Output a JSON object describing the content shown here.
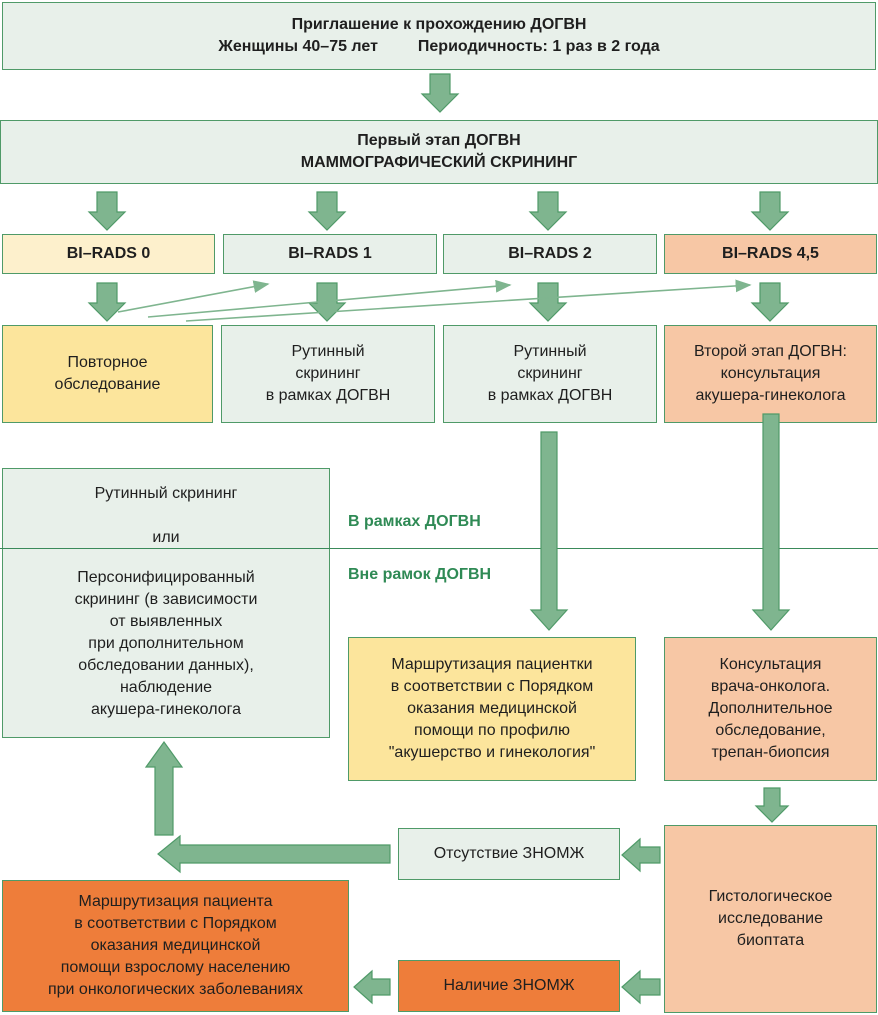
{
  "header": {
    "title": "Приглашение к прохождению ДОГВН",
    "women": "Женщины 40–75 лет",
    "period": "Периодичность: 1 раз в 2 года"
  },
  "stage1": {
    "line1": "Первый этап ДОГВН",
    "line2": "МАММОГРАФИЧЕСКИЙ СКРИНИНГ"
  },
  "categories": [
    "BI–RADS 0",
    "BI–RADS 1",
    "BI–RADS 2",
    "BI–RADS 4,5"
  ],
  "outcomes": {
    "repeat": [
      "Повторное",
      "обследование"
    ],
    "routine1": [
      "Рутинный",
      "скрининг",
      "в рамках ДОГВН"
    ],
    "routine2": [
      "Рутинный",
      "скрининг",
      "в рамках ДОГВН"
    ],
    "stage2": [
      "Второй этап ДОГВН:",
      "консультация",
      "акушера-гинеколога"
    ]
  },
  "left_block": {
    "top": "Рутинный скрининг",
    "or": "или",
    "bottom": [
      "Персонифицированный",
      "скрининг (в зависимости",
      "от выявленных",
      "при дополнительном",
      "обследовании данных),",
      "наблюдение",
      "акушера-гинеколога"
    ]
  },
  "zones": {
    "inside": "В рамках ДОГВН",
    "outside": "Вне рамок ДОГВН"
  },
  "routing_gyn": [
    "Маршрутизация пациентки",
    "в соответствии с Порядком",
    "оказания медицинской",
    "помощи по профилю",
    "\"акушерство и гинекология\""
  ],
  "oncologist": [
    "Консультация",
    "врача-онколога.",
    "Дополнительное",
    "обследование,",
    "трепан-биопсия"
  ],
  "histology": [
    "Гистологическое",
    "исследование",
    "биоптата"
  ],
  "absence": "Отсутствие ЗНОМЖ",
  "presence": "Наличие ЗНОМЖ",
  "routing_onc": [
    "Маршрутизация пациента",
    "в соответствии с Порядком",
    "оказания медицинской",
    "помощи взрослому населению",
    "при онкологических заболеваниях"
  ],
  "colors": {
    "border": "#4f9a68",
    "arrow_fill": "#7fb58f",
    "green_box": "#e8f0ea",
    "light_yellow": "#fdf0cc",
    "yellow": "#fce59c",
    "salmon": "#f7c7a5",
    "orange": "#ee7d3a",
    "zone_text": "#2f8a55"
  }
}
